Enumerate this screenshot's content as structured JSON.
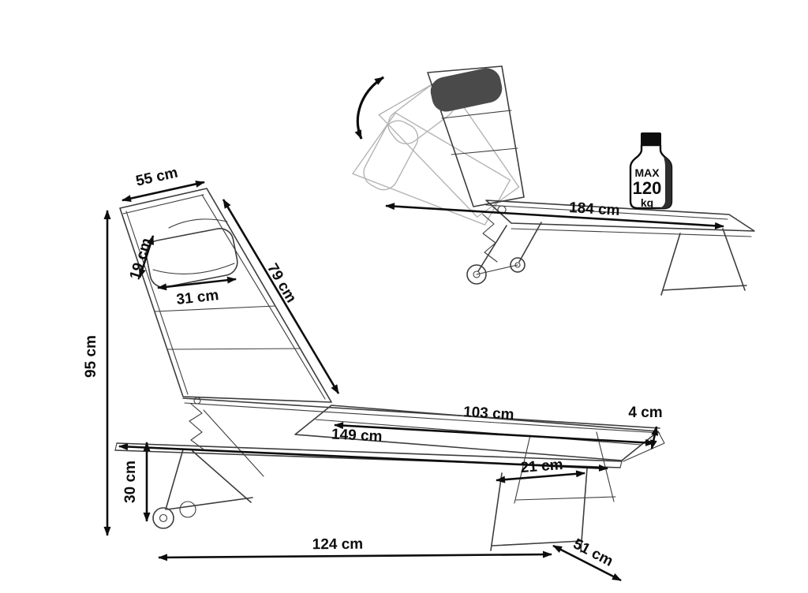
{
  "colors": {
    "background": "#ffffff",
    "dimension": "#0d0d0d",
    "sketch": "#3d3d3d",
    "ghost": "#b4b4b4",
    "pillow_fill": "#4a4a4a",
    "weight_shade": "#2e2e2e"
  },
  "dimensions": {
    "backrest_top_width": "55 cm",
    "pillow_height": "19 cm",
    "pillow_width": "31 cm",
    "backrest_length": "79 cm",
    "overall_height": "95 cm",
    "seat_height": "30 cm",
    "seat_section_length": "103 cm",
    "lying_surface_length": "149 cm",
    "frame_profile": "4 cm",
    "rear_leg_stance": "21 cm",
    "base_length": "124 cm",
    "overall_width": "51 cm",
    "total_length_flat": "184 cm"
  },
  "max_load": {
    "prefix": "MAX",
    "value": "120",
    "unit": "kg"
  }
}
